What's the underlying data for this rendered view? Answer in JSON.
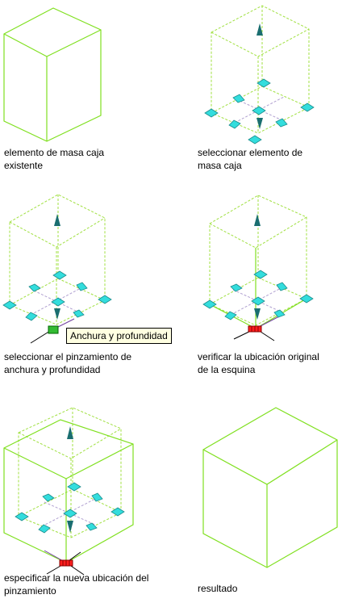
{
  "colors": {
    "edge": "#80e020",
    "hidden_edge": "#a0e040",
    "grip": "#33dddd",
    "grip_outline": "#1a8c8c",
    "arrow": "#1a6e70",
    "active_grip": "#ff1f1f",
    "hover_grip": "#33bb33",
    "tooltip_bg": "#ffffe1"
  },
  "panels": [
    {
      "id": "p1",
      "lines": [
        "elemento de masa caja",
        "existente"
      ]
    },
    {
      "id": "p2",
      "lines": [
        "seleccionar elemento de",
        "masa caja"
      ]
    },
    {
      "id": "p3",
      "lines": [
        "seleccionar el pinzamiento de",
        "anchura y profundidad"
      ]
    },
    {
      "id": "p4",
      "lines": [
        "verificar la ubicación original",
        "de la esquina"
      ]
    },
    {
      "id": "p5",
      "lines": [
        "especificar la nueva ubicación del",
        "pinzamiento"
      ]
    },
    {
      "id": "p6",
      "lines": [
        "resultado"
      ]
    }
  ],
  "tooltip": {
    "label": "Anchura y profundidad"
  }
}
